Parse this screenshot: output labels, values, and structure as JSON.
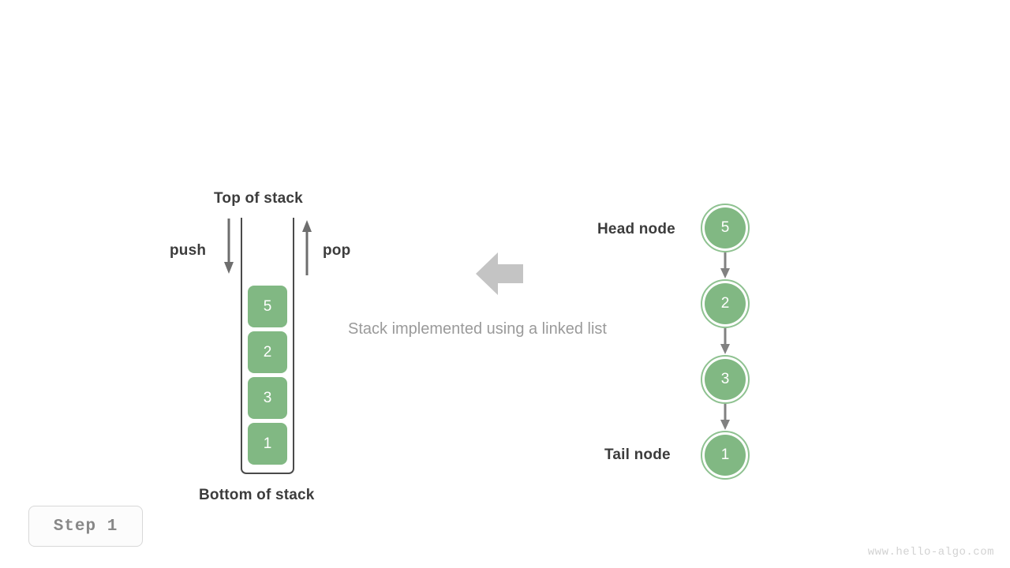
{
  "diagram": {
    "title_caption": "Stack implemented using a linked list",
    "colors": {
      "node_fill": "#81b883",
      "node_ring": "#8fc291",
      "arrow_gray": "#6e6e6e",
      "block_arrow": "#c4c4c4",
      "text_dark": "#3c3c3c",
      "text_muted": "#9a9a9a",
      "container_border": "#4a4a4a"
    },
    "stack": {
      "top_label": "Top of stack",
      "bottom_label": "Bottom of stack",
      "push_label": "push",
      "pop_label": "pop",
      "push_icon": "arrow-down-icon",
      "pop_icon": "arrow-up-icon",
      "cells": [
        {
          "value": "5"
        },
        {
          "value": "2"
        },
        {
          "value": "3"
        },
        {
          "value": "1"
        }
      ]
    },
    "middle": {
      "arrow_icon": "block-arrow-left-icon"
    },
    "linked_list": {
      "head_label": "Head node",
      "tail_label": "Tail node",
      "link_icon": "arrow-down-icon",
      "nodes": [
        {
          "value": "5"
        },
        {
          "value": "2"
        },
        {
          "value": "3"
        },
        {
          "value": "1"
        }
      ]
    }
  },
  "footer": {
    "step_label": "Step 1",
    "watermark": "www.hello-algo.com"
  }
}
